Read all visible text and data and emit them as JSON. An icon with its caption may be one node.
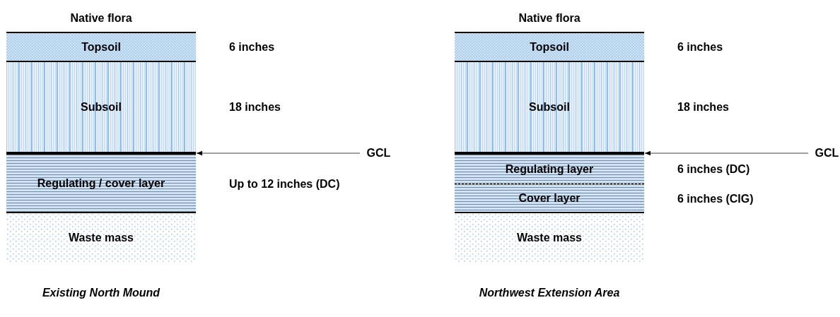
{
  "diagram": {
    "nodes": [
      {
        "text": [
          "Topsoil"
        ],
        "beside": [
          "6 inches"
        ]
      },
      {
        "text": [
          "Subsoil"
        ],
        "beside": [
          "18 inches"
        ]
      },
      {
        "text": [],
        "shape": "bar"
      },
      {
        "text": [
          "Regulating / cover layer"
        ],
        "beside": [
          "Up to 12 inches (DC)"
        ]
      },
      {
        "text": [
          "Waste mass"
        ]
      },
      {
        "text": [
          "GCL"
        ]
      },
      {
        "text": [
          "Topsoil"
        ],
        "beside": [
          "6 inches"
        ]
      },
      {
        "text": [
          "Subsoil"
        ],
        "beside": [
          "18 inches"
        ]
      },
      {
        "text": [],
        "shape": "bar"
      },
      {
        "text": [
          "Regulating layer"
        ],
        "beside": [
          "6 inches (DC)"
        ]
      },
      {
        "text": [
          "Cover layer"
        ],
        "beside": [
          "6 inches (CIG)"
        ]
      },
      {
        "text": [
          "Waste mass"
        ]
      },
      {
        "text": [
          "GCL"
        ]
      }
    ],
    "edges": [
      {
        "from": 5,
        "to": 2,
        "arrow": "to"
      },
      {
        "from": 12,
        "to": 8,
        "arrow": "to"
      }
    ],
    "labels": [
      "Native flora",
      "Native flora",
      "Existing North Mound",
      "Northwest Extension Area"
    ]
  }
}
